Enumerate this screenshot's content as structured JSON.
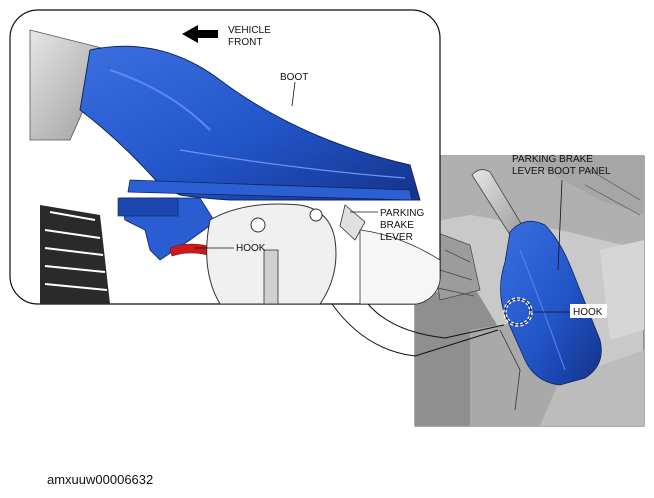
{
  "labels": {
    "vehicle_front_line1": "VEHICLE",
    "vehicle_front_line2": "FRONT",
    "boot": "BOOT",
    "parking_brake_lever_line1": "PARKING",
    "parking_brake_lever_line2": "BRAKE",
    "parking_brake_lever_line3": "LEVER",
    "hook_detail": "HOOK",
    "panel_line1": "PARKING BRAKE",
    "panel_line2": "LEVER BOOT PANEL",
    "hook_overview": "HOOK"
  },
  "figure_code": "amxuuw00006632",
  "colors": {
    "boot_blue": "#2255c8",
    "boot_dark": "#14328a",
    "hook_red": "#cc1a1a",
    "panel_gray": "#c9c9c9"
  },
  "icons": {
    "direction": "front-arrow-icon"
  }
}
